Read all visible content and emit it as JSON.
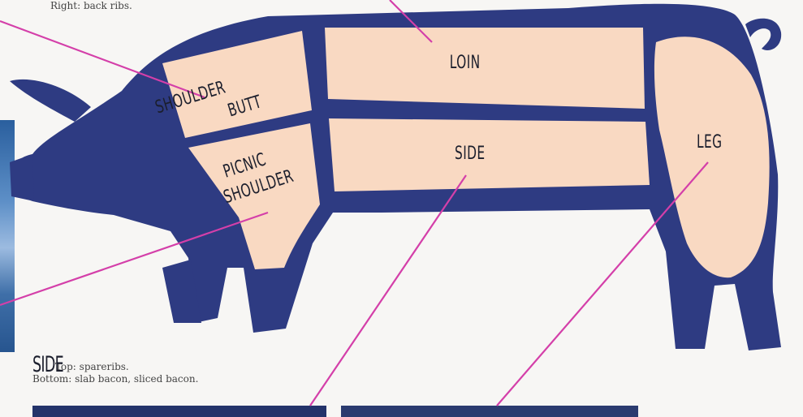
{
  "captions": {
    "top_fragment": "Right: back ribs.",
    "side_title": "SIDE",
    "side_line1": "Top: spareribs.",
    "side_line2": "Bottom: slab bacon, sliced bacon."
  },
  "cuts": {
    "shoulder_butt_line1": "SHOULDER",
    "shoulder_butt_line2": "BUTT",
    "loin": "LOIN",
    "picnic_line1": "PICNIC",
    "picnic_line2": "SHOULDER",
    "side": "SIDE",
    "leg": "LEG"
  },
  "colors": {
    "body": "#2e3b82",
    "cut": "#f9d9c2",
    "leader": "#d43fa9",
    "label": "#1b1e2c"
  }
}
